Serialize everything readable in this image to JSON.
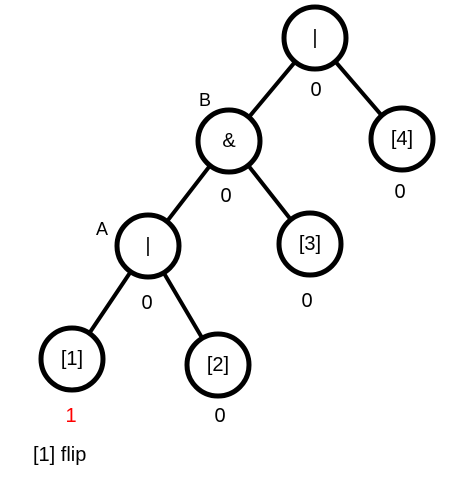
{
  "colors": {
    "normal": "#000000",
    "changed": "#ff0000"
  },
  "nodes": [
    {
      "id": "root",
      "label": "|",
      "value": "0",
      "value_color": "normal"
    },
    {
      "id": "and",
      "label": "&",
      "value": "0",
      "value_color": "normal",
      "side_label": "B"
    },
    {
      "id": "leaf4",
      "label": "[4]",
      "value": "0",
      "value_color": "normal"
    },
    {
      "id": "or",
      "label": "|",
      "value": "0",
      "value_color": "normal",
      "side_label": "A"
    },
    {
      "id": "leaf3",
      "label": "[3]",
      "value": "0",
      "value_color": "normal"
    },
    {
      "id": "leaf1",
      "label": "[1]",
      "value": "1",
      "value_color": "changed"
    },
    {
      "id": "leaf2",
      "label": "[2]",
      "value": "0",
      "value_color": "normal"
    }
  ],
  "edges": [
    [
      "root",
      "and"
    ],
    [
      "root",
      "leaf4"
    ],
    [
      "and",
      "or"
    ],
    [
      "and",
      "leaf3"
    ],
    [
      "or",
      "leaf1"
    ],
    [
      "or",
      "leaf2"
    ]
  ],
  "caption": "[1] flip"
}
